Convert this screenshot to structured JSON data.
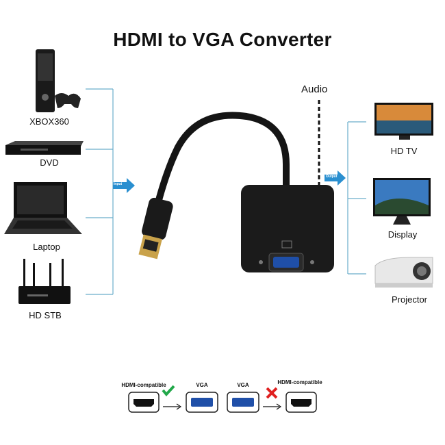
{
  "title": "HDMI to VGA Converter",
  "audio_label": "Audio",
  "input_label": "Input",
  "output_label": "Output",
  "sources": [
    {
      "label": "XBOX360",
      "icon": "game-console-icon"
    },
    {
      "label": "DVD",
      "icon": "dvd-player-icon"
    },
    {
      "label": "Laptop",
      "icon": "laptop-icon"
    },
    {
      "label": "HD STB",
      "icon": "router-icon"
    }
  ],
  "outputs": [
    {
      "label": "HD TV",
      "icon": "tv-icon"
    },
    {
      "label": "Display",
      "icon": "monitor-icon"
    },
    {
      "label": "Projector",
      "icon": "projector-icon"
    }
  ],
  "compat": {
    "left_from": "HDMI-compatible",
    "left_to": "VGA",
    "right_from": "VGA",
    "right_to": "HDMI-compatible",
    "check_color": "#22a84a",
    "cross_color": "#e02020"
  },
  "colors": {
    "bracket": "#6aaecb",
    "arrow": "#2a8fd0",
    "vga_blue": "#1f4fa8"
  }
}
